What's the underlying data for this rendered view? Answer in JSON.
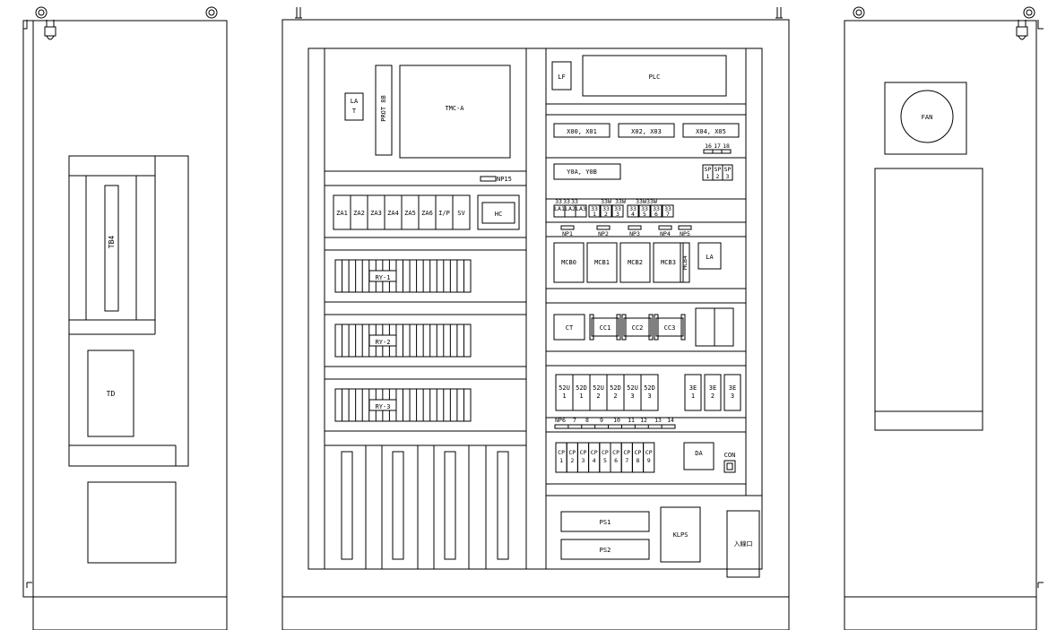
{
  "left_panel": {
    "terminal_block": "TB4",
    "device": "TD"
  },
  "center_panel": {
    "upper_left": {
      "lat": [
        "LA",
        "T"
      ],
      "prot": "PROT 8B",
      "tmc": "TMC-A",
      "np15": "NP15",
      "modules": [
        "ZA1",
        "ZA2",
        "ZA3",
        "ZA4",
        "ZA5",
        "ZA6",
        "I/P",
        "SV"
      ],
      "hc": "HC",
      "relays": [
        "RY-1",
        "RY-2",
        "RY-3"
      ]
    },
    "upper_right": {
      "lf": "LF",
      "plc": "PLC",
      "x_modules": [
        "X00, X01",
        "X02, X03",
        "X04, X05"
      ],
      "x_terms": [
        "16",
        "17",
        "18"
      ],
      "y_module": "Y0A, Y0B",
      "sp": [
        [
          "SP",
          "1"
        ],
        [
          "SP",
          "2"
        ],
        [
          "SP",
          "3"
        ]
      ],
      "la_row": {
        "top": [
          "33",
          "33",
          "33",
          "33W",
          "33W",
          "33W",
          "33W"
        ],
        "cells": [
          [
            "LA1"
          ],
          [
            "LA2"
          ],
          [
            "LA3"
          ],
          [
            "33",
            "1"
          ],
          [
            "33",
            "2"
          ],
          [
            "33",
            "3"
          ],
          [
            "33",
            "4"
          ],
          [
            "33",
            "5"
          ],
          [
            "33",
            "6"
          ],
          [
            "33",
            "7"
          ]
        ],
        "cells_short": [
          "1",
          "2",
          "3",
          "4",
          "5",
          "6",
          "7"
        ]
      },
      "np_labels": [
        "NP1",
        "NP2",
        "NP3",
        "NP4",
        "NP5"
      ],
      "mcb": [
        "MCB0",
        "MCB1",
        "MCB2",
        "MCB3",
        "MCB4"
      ],
      "la": "LA",
      "ct": "CT",
      "cc": [
        "CC1",
        "CC2",
        "CC3"
      ],
      "contactors": [
        [
          "52U",
          "1"
        ],
        [
          "52D",
          "1"
        ],
        [
          "52U",
          "2"
        ],
        [
          "52D",
          "2"
        ],
        [
          "52U",
          "3"
        ],
        [
          "52D",
          "3"
        ]
      ],
      "three_e": [
        [
          "3E",
          "1"
        ],
        [
          "3E",
          "2"
        ],
        [
          "3E",
          "3"
        ]
      ],
      "np_row": [
        "NP6",
        "7",
        "8",
        "9",
        "10",
        "11",
        "12",
        "13",
        "14"
      ],
      "cp": [
        [
          "CP",
          "1"
        ],
        [
          "CP",
          "2"
        ],
        [
          "CP",
          "3"
        ],
        [
          "CP",
          "4"
        ],
        [
          "CP",
          "5"
        ],
        [
          "CP",
          "6"
        ],
        [
          "CP",
          "7"
        ],
        [
          "CP",
          "8"
        ],
        [
          "CP",
          "9"
        ]
      ],
      "da": "DA",
      "con": "CON"
    },
    "bottom": {
      "ps": [
        "PS1",
        "PS2"
      ],
      "klps": "KLPS",
      "entry": "入線口"
    }
  },
  "right_panel": {
    "fan": "FAN"
  }
}
